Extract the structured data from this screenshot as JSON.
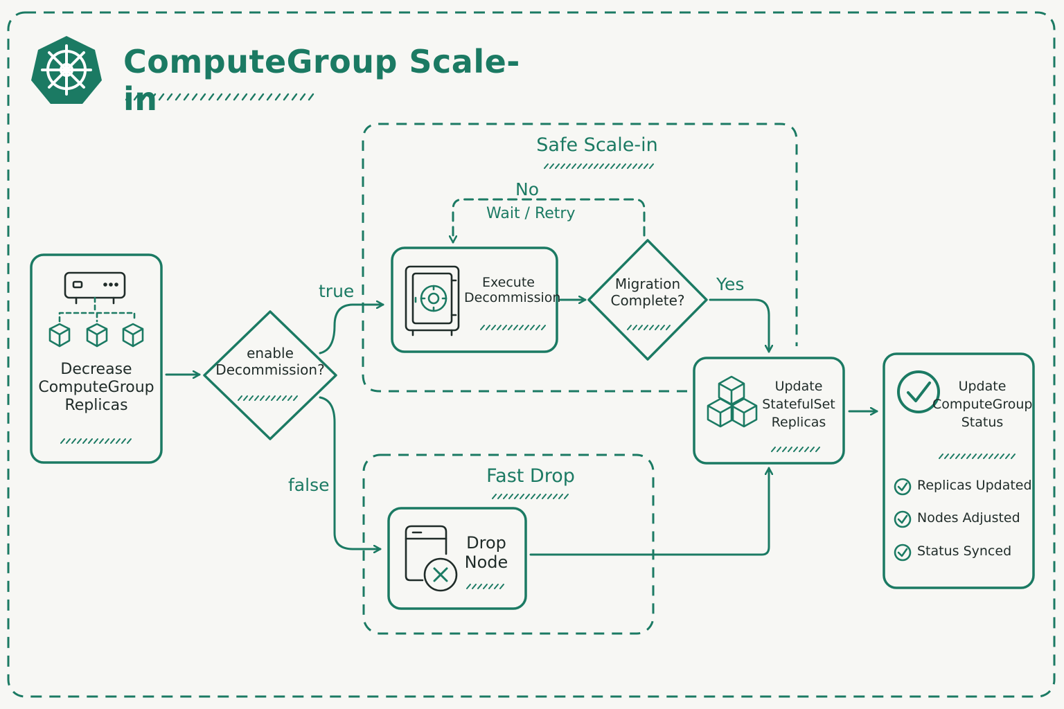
{
  "title": "ComputeGroup Scale-in",
  "colors": {
    "accent": "#1b7a63",
    "ink": "#1f2b28",
    "background": "#f7f7f4"
  },
  "groups": {
    "safe": "Safe Scale-in",
    "fast": "Fast Drop"
  },
  "nodes": {
    "decrease": {
      "lines": [
        "Decrease",
        "ComputeGroup",
        "Replicas"
      ],
      "icon": "server-replicas-icon"
    },
    "enable_decision": {
      "lines": [
        "enable",
        "Decommission?"
      ]
    },
    "execute": {
      "lines": [
        "Execute",
        "Decommission"
      ],
      "icon": "safe-vault-icon"
    },
    "migration_decision": {
      "lines": [
        "Migration",
        "Complete?"
      ]
    },
    "drop": {
      "lines": [
        "Drop",
        "Node"
      ],
      "icon": "drop-node-icon"
    },
    "update_sts": {
      "lines": [
        "Update",
        "StatefulSet",
        "Replicas"
      ],
      "icon": "cubes-icon"
    },
    "update_status": {
      "lines": [
        "Update",
        "ComputeGroup",
        "Status"
      ],
      "icon": "checkmark-circle-icon"
    }
  },
  "edge_labels": {
    "true": "true",
    "false": "false",
    "yes": "Yes",
    "no": "No",
    "wait_retry": "Wait / Retry"
  },
  "status_checks": [
    "Replicas Updated",
    "Nodes Adjusted",
    "Status Synced"
  ]
}
